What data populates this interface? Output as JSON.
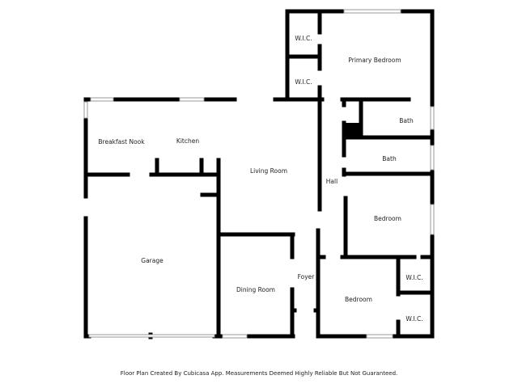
{
  "rooms": {
    "wic_1": "W.I.C.",
    "wic_2": "W.I.C.",
    "primary_bedroom": "Primary Bedroom",
    "bath_1": "Bath",
    "bath_2": "Bath",
    "breakfast_nook": "Breakfast Nook",
    "kitchen": "Kitchen",
    "living_room": "Living Room",
    "hall": "Hall",
    "bedroom_1": "Bedroom",
    "garage": "Garage",
    "dining_room": "Dining Room",
    "foyer": "Foyer",
    "bedroom_2": "Bedroom",
    "wic_3": "W.I.C.",
    "wic_4": "W.I.C."
  },
  "footer": "Floor Plan Created By Cubicasa App. Measurements Deemed Highly Reliable But Not Guaranteed."
}
